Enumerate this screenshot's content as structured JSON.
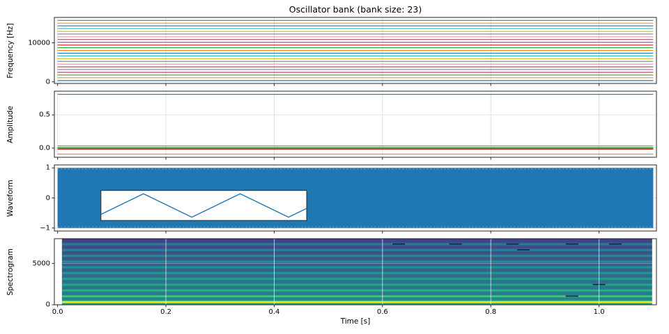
{
  "figure": {
    "title": "Oscillator bank (bank size: 23)",
    "xlabel": "Time [s]",
    "bank_size": 23,
    "background": "#ffffff"
  },
  "axes": {
    "xlim": [
      -0.006,
      1.106
    ],
    "time_start": 0.0,
    "time_end": 1.1,
    "xticks": [
      0.0,
      0.2,
      0.4,
      0.6,
      0.8,
      1.0
    ],
    "xtick_labels": [
      "0.0",
      "0.2",
      "0.4",
      "0.6",
      "0.8",
      "1.0"
    ]
  },
  "colors": {
    "cycle": [
      "#1f77b4",
      "#ff7f0e",
      "#2ca02c",
      "#d62728",
      "#9467bd",
      "#8c564b",
      "#e377c2",
      "#7f7f7f",
      "#bcbd22",
      "#17becf"
    ],
    "grid": "#d9d9d9",
    "spine": "#262626",
    "tick_text": "#000000",
    "waveform_fill": "#1f77b4",
    "inset_line": "#1f77b4",
    "spectrogram_gridline": "rgba(255,255,255,0.75)",
    "viridis_stops": [
      [
        0.0,
        68,
        1,
        84
      ],
      [
        0.125,
        72,
        40,
        120
      ],
      [
        0.25,
        62,
        74,
        137
      ],
      [
        0.375,
        49,
        104,
        142
      ],
      [
        0.5,
        38,
        130,
        142
      ],
      [
        0.625,
        31,
        158,
        137
      ],
      [
        0.75,
        53,
        183,
        121
      ],
      [
        0.875,
        109,
        205,
        89
      ],
      [
        1.0,
        253,
        231,
        37
      ]
    ]
  },
  "chart_data": [
    {
      "type": "line",
      "name": "oscillator-frequency-tracks",
      "ylabel": "Frequency [Hz]",
      "ylim": [
        -420,
        16520
      ],
      "yticks": [
        0,
        10000
      ],
      "ytick_labels": [
        "0",
        "10000"
      ],
      "line_width": 1.1,
      "description": "23 constant frequency tracks (odd harmonics of 350 Hz) over 0-1.1 s",
      "frequencies_hz": [
        350,
        1050,
        1750,
        2450,
        3150,
        3850,
        4550,
        5250,
        5950,
        6650,
        7350,
        8050,
        8750,
        9450,
        10150,
        10850,
        11550,
        12250,
        12950,
        13650,
        14350,
        15050,
        15750
      ]
    },
    {
      "type": "line",
      "name": "oscillator-amplitude-tracks",
      "ylabel": "Amplitude",
      "ylim": [
        -0.138,
        0.858
      ],
      "yticks": [
        0.0,
        0.5
      ],
      "ytick_labels": [
        "0.0",
        "0.5"
      ],
      "line_width": 1.1,
      "description": "constant amplitude per oscillator (triangle-wave Fourier coefficients)",
      "amplitudes": [
        0.8106,
        -0.0901,
        0.0324,
        -0.0165,
        0.01,
        -0.0067,
        0.0048,
        -0.0036,
        0.0028,
        -0.0022,
        0.0018,
        -0.0015,
        0.0013,
        -0.0011,
        0.001,
        -0.0008,
        0.0007,
        -0.0007,
        0.0006,
        -0.0005,
        0.0005,
        -0.0004,
        0.0004
      ]
    },
    {
      "type": "area",
      "name": "waveform",
      "ylabel": "Waveform",
      "ylim": [
        -1.1,
        1.1
      ],
      "yticks": [
        -1,
        0,
        1
      ],
      "ytick_labels": [
        "−1",
        "0",
        "1"
      ],
      "envelope": [
        -1,
        1
      ],
      "description": "dense triangle waveform over 0-1.1 s, renders as solid block between -1 and 1",
      "inset": {
        "x_data": [
          0.08,
          0.46
        ],
        "y_data": [
          -0.75,
          0.25
        ],
        "periods_shown": 2.13,
        "period_fraction": 0.47,
        "amplitude": 0.78,
        "phase": 0.06
      }
    },
    {
      "type": "heatmap",
      "name": "spectrogram",
      "ylabel": "Spectrogram",
      "ylim": [
        0,
        8000
      ],
      "yticks": [
        0,
        5000
      ],
      "ytick_labels": [
        "0",
        "5000"
      ],
      "colormap": "viridis",
      "time_extent": [
        0.008,
        1.098
      ],
      "harmonic_bands_hz": [
        350,
        1050,
        1750,
        2450,
        3150,
        3850,
        4550,
        5250,
        5950,
        6650,
        7350
      ],
      "band_levels_db": [
        0,
        -19.1,
        -28,
        -33.7,
        -38.2,
        -41.7,
        -44.6,
        -47.1,
        -49.3,
        -51.2,
        -52.9
      ],
      "dropout_dashes": [
        {
          "t": 0.63,
          "f": 7350
        },
        {
          "t": 0.735,
          "f": 7350
        },
        {
          "t": 0.84,
          "f": 7350
        },
        {
          "t": 0.95,
          "f": 7350
        },
        {
          "t": 1.03,
          "f": 7350
        },
        {
          "t": 0.86,
          "f": 6650
        },
        {
          "t": 0.95,
          "f": 1050
        },
        {
          "t": 1.0,
          "f": 2450
        }
      ]
    }
  ]
}
